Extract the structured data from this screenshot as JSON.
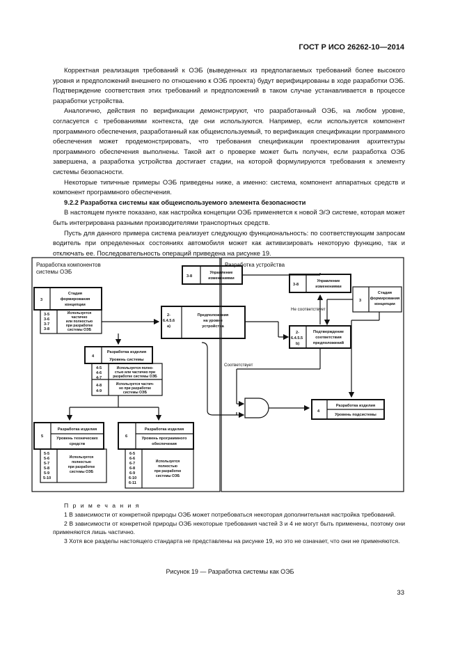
{
  "header": "ГОСТ Р ИСО 26262-10—2014",
  "paragraphs": [
    "Корректная реализация требований к ОЭБ (выведенных из предполагаемых требований более высокого уровня и предположений внешнего по отношению к ОЭБ проекта) будут верифицированы в ходе разработки ОЭБ. Подтверждение соответствия этих требований и предположений в таком случае устанавливается в процессе разработки устройства.",
    "Аналогично, действия по верификации демонстрируют, что разработанный ОЭБ, на любом уровне, согласуется с требованиями контекста, где они используются. Например, если используется компонент программного обеспечения, разработанный как общеиспользуемый, то верификация спецификации программного обеспечения может продемонстрировать, что требования спецификации проектирования архитектуры программного обеспечения выполнены. Такой акт о проверке может быть получен, если разработка ОЭБ завершена, а разработка устройства достигает стадии, на которой формулируются требования к элементу системы безопасности.",
    "Некоторые типичные примеры ОЭБ приведены ниже, а именно: система, компонент аппаратных средств и компонент программного обеспечения.",
    "9.2.2 Разработка системы как общеиспользуемого элемента безопасности",
    "В настоящем пункте показано, как настройка концепции ОЭБ применяется к новой Э/Э системе, которая может быть интегрирована разными производителями транспортных средств.",
    "Пусть для данного примера система реализует следующую функциональность: по соответствующим запросам водитель при определенных состояниях автомобиля может как активизировать некоторую функцию, так и отключать ее. Последовательность операций приведена на рисунке 19."
  ],
  "diagram": {
    "left_title_1": "Разработка компонентов",
    "left_title_2": "системы ОЭБ",
    "right_title": "Разработка устройства",
    "box_38_left_num": "3-8",
    "box_38_left_label_1": "Управление",
    "box_38_left_label_2": "изменениями",
    "box_3_left_num": "3",
    "box_3_left_label_1": "Стадия",
    "box_3_left_label_2": "формирования",
    "box_3_left_label_3": "концепции",
    "left_clauses": [
      "3-5",
      "3-6",
      "3-7",
      "3-8"
    ],
    "left_clause_note": [
      "Используется",
      "частично",
      "или полностью",
      "при разработке",
      "системы ОЭБ"
    ],
    "box_2_num_1": "2-",
    "box_2_num_2": "6.4.5.6",
    "box_2_num_3": "a)",
    "box_2_label": [
      "Предположения",
      "на уровне",
      "устройства"
    ],
    "box_4_left_num": "4",
    "box_4_left_title": "Разработка изделия",
    "box_4_left_sub": "Уровень системы",
    "clauses_4a": [
      "4-5",
      "4-6",
      "4-7"
    ],
    "clauses_4a_note": [
      "Используется полно-",
      "стью или частично при",
      "разработке системы ОЭБ"
    ],
    "clauses_4b": [
      "4-8",
      "4-9"
    ],
    "clauses_4b_note": [
      "Используется частич-",
      "но при разработке",
      "системы ОЭБ"
    ],
    "box_5_num": "5",
    "box_5_title": "Разработка изделия",
    "box_5_sub_1": "Уровень технических",
    "box_5_sub_2": "средств",
    "clauses_5": [
      "5-5",
      "5-6",
      "5-7",
      "5-8",
      "5-9",
      "5-10"
    ],
    "clauses_5_note": [
      "Используется",
      "полностью",
      "при разработке",
      "системы ОЭБ"
    ],
    "box_6_num": "6",
    "box_6_title": "Разработка изделия",
    "box_6_sub_1": "Уровень программного",
    "box_6_sub_2": "обеспечения",
    "clauses_6": [
      "6-5",
      "6-6",
      "6-7",
      "6-8",
      "6-9",
      "6-10",
      "6-11"
    ],
    "clauses_6_note": [
      "Используется",
      "полностью",
      "при разработке",
      "системы ОЭБ"
    ],
    "box_38_right_num": "3-8",
    "box_38_right_label_1": "Управление",
    "box_38_right_label_2": "изменениями",
    "box_3_right_num": "3",
    "box_3_right_label_1": "Стадия",
    "box_3_right_label_2": "формирования",
    "box_3_right_label_3": "концепции",
    "not_match": "Не соответствует",
    "box_2b_num_1": "2-",
    "box_2b_num_2": "6.4.5.5",
    "box_2b_num_3": "b)",
    "box_2b_label": [
      "Подтверждение",
      "соответствия",
      "предположений"
    ],
    "match": "Соответствует",
    "box_4_right_num": "4",
    "box_4_right_title": "Разработка изделия",
    "box_4_right_sub": "Уровень подсистемы"
  },
  "notes_title": "П р и м е ч а н и я",
  "notes": [
    "1 В зависимости от конкретной природы ОЭБ может потребоваться некоторая дополнительная настройка требований.",
    "2 В зависимости от конкретной природы ОЭБ некоторые требования частей 3 и 4 не могут быть применены, поэтому они применяются лишь частично.",
    "3 Хотя все разделы настоящего стандарта не представлены на рисунке 19, но это не означает, что они не применяются."
  ],
  "caption": "Рисунок 19 — Разработка системы как ОЭБ",
  "page_number": "33"
}
